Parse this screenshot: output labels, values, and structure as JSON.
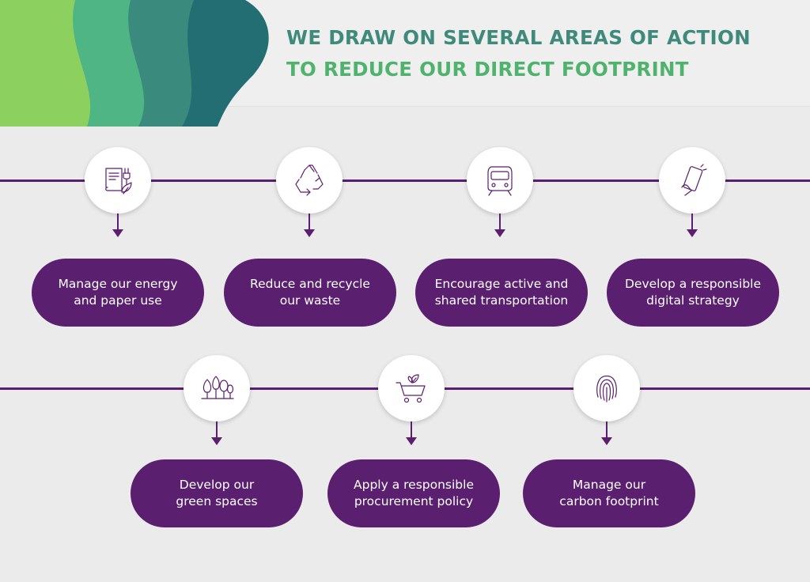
{
  "header": {
    "title_line_1": "WE DRAW ON SEVERAL AREAS OF ACTION",
    "title_line_2": "TO REDUCE OUR DIRECT FOOTPRINT"
  },
  "colors": {
    "title_line_1": "#3f8a7a",
    "title_line_2": "#4fb36d",
    "purple": "#5a1f6e",
    "wave_light": "#8cd15f",
    "wave_mid": "#4fb584",
    "wave_teal": "#3a8a7e",
    "wave_dark": "#236e73"
  },
  "actions": [
    {
      "icon": "energy-paper-icon",
      "line1": "Manage our energy",
      "line2": "and paper use"
    },
    {
      "icon": "recycle-icon",
      "line1": "Reduce and recycle",
      "line2": "our waste"
    },
    {
      "icon": "train-icon",
      "line1": "Encourage active and",
      "line2": "shared transportation"
    },
    {
      "icon": "smartphone-icon",
      "line1": "Develop a responsible",
      "line2": "digital strategy"
    },
    {
      "icon": "trees-icon",
      "line1": "Develop our",
      "line2": "green spaces"
    },
    {
      "icon": "shopping-cart-leaf-icon",
      "line1": "Apply a responsible",
      "line2": "procurement policy"
    },
    {
      "icon": "fingerprint-icon",
      "line1": "Manage our",
      "line2": "carbon footprint"
    }
  ]
}
